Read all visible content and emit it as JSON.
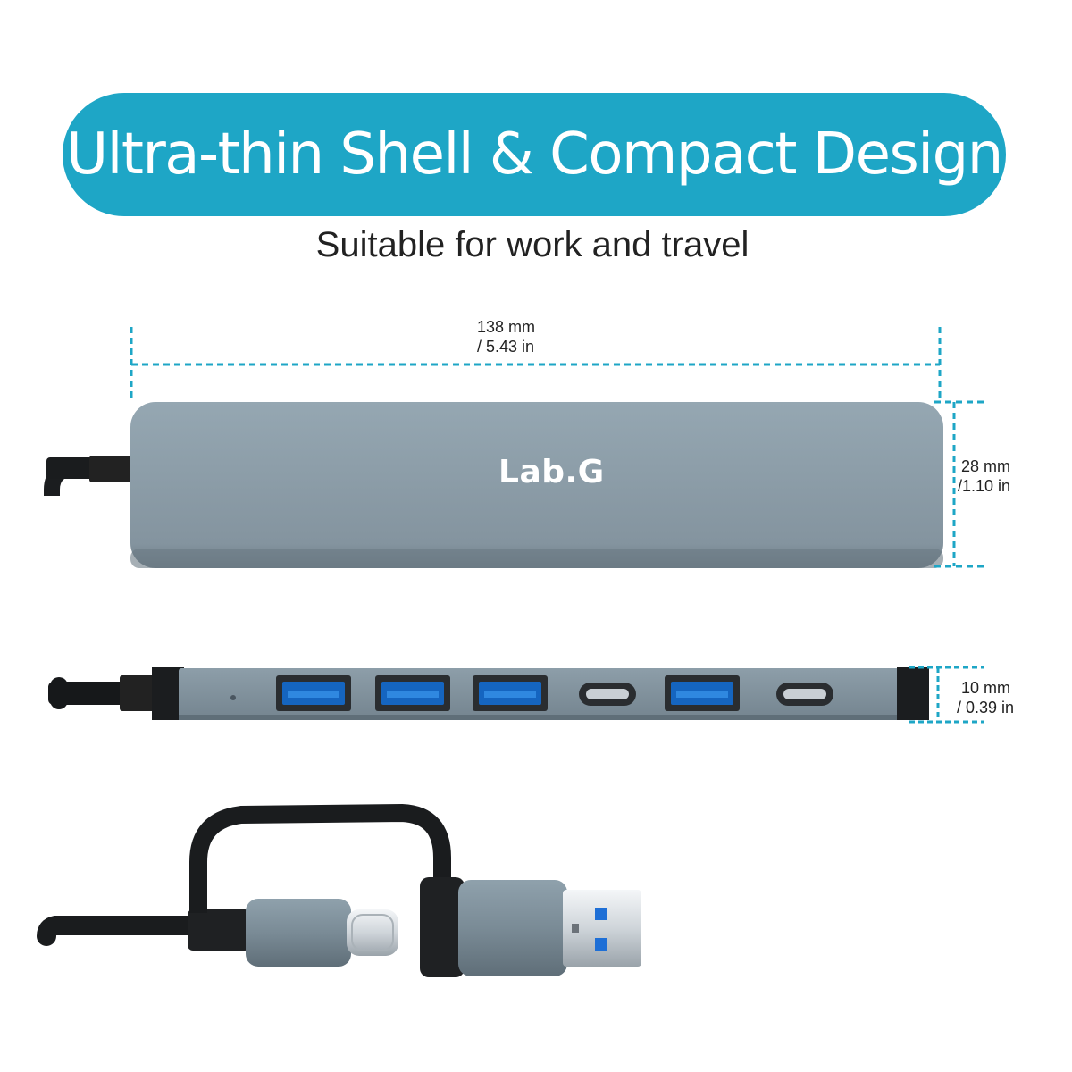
{
  "header": {
    "title": "Ultra-thin Shell & Compact Design",
    "subtitle": "Suitable for work and travel"
  },
  "product": {
    "brand": "Lab.G",
    "color_body": "#8a9ba6",
    "color_accent": "#1ea6c6"
  },
  "dimensions": {
    "length_mm": "138 mm",
    "length_in": "/ 5.43 in",
    "width_mm": "28 mm",
    "width_in": "/1.10 in",
    "thickness_mm": "10 mm",
    "thickness_in": "/ 0.39 in"
  },
  "ports": [
    "usb-a",
    "usb-a",
    "usb-a",
    "usb-c",
    "usb-a",
    "usb-c"
  ]
}
